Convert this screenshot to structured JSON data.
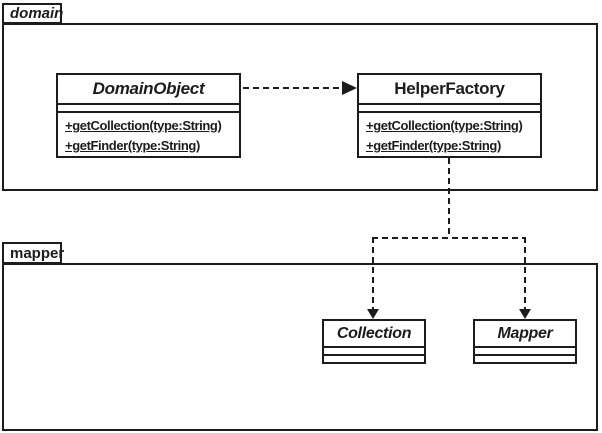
{
  "packages": {
    "domain": {
      "label": "domain"
    },
    "mapper": {
      "label": "mapper"
    }
  },
  "classes": {
    "domain_object": {
      "name": "DomainObject",
      "methods": [
        "+getCollection(type:String)",
        "+getFinder(type:String)"
      ]
    },
    "helper_factory": {
      "name": "HelperFactory",
      "methods": [
        "+getCollection(type:String)",
        "+getFinder(type:String)"
      ]
    },
    "collection": {
      "name": "Collection"
    },
    "mapper": {
      "name": "Mapper"
    }
  },
  "relationships": [
    {
      "from": "DomainObject",
      "to": "HelperFactory",
      "style": "dashed-arrow"
    },
    {
      "from": "HelperFactory",
      "to": "Collection",
      "style": "dashed-arrow"
    },
    {
      "from": "HelperFactory",
      "to": "Mapper",
      "style": "dashed-arrow"
    }
  ],
  "colors": {
    "line": "#1c1c1c",
    "background": "#ffffff"
  }
}
